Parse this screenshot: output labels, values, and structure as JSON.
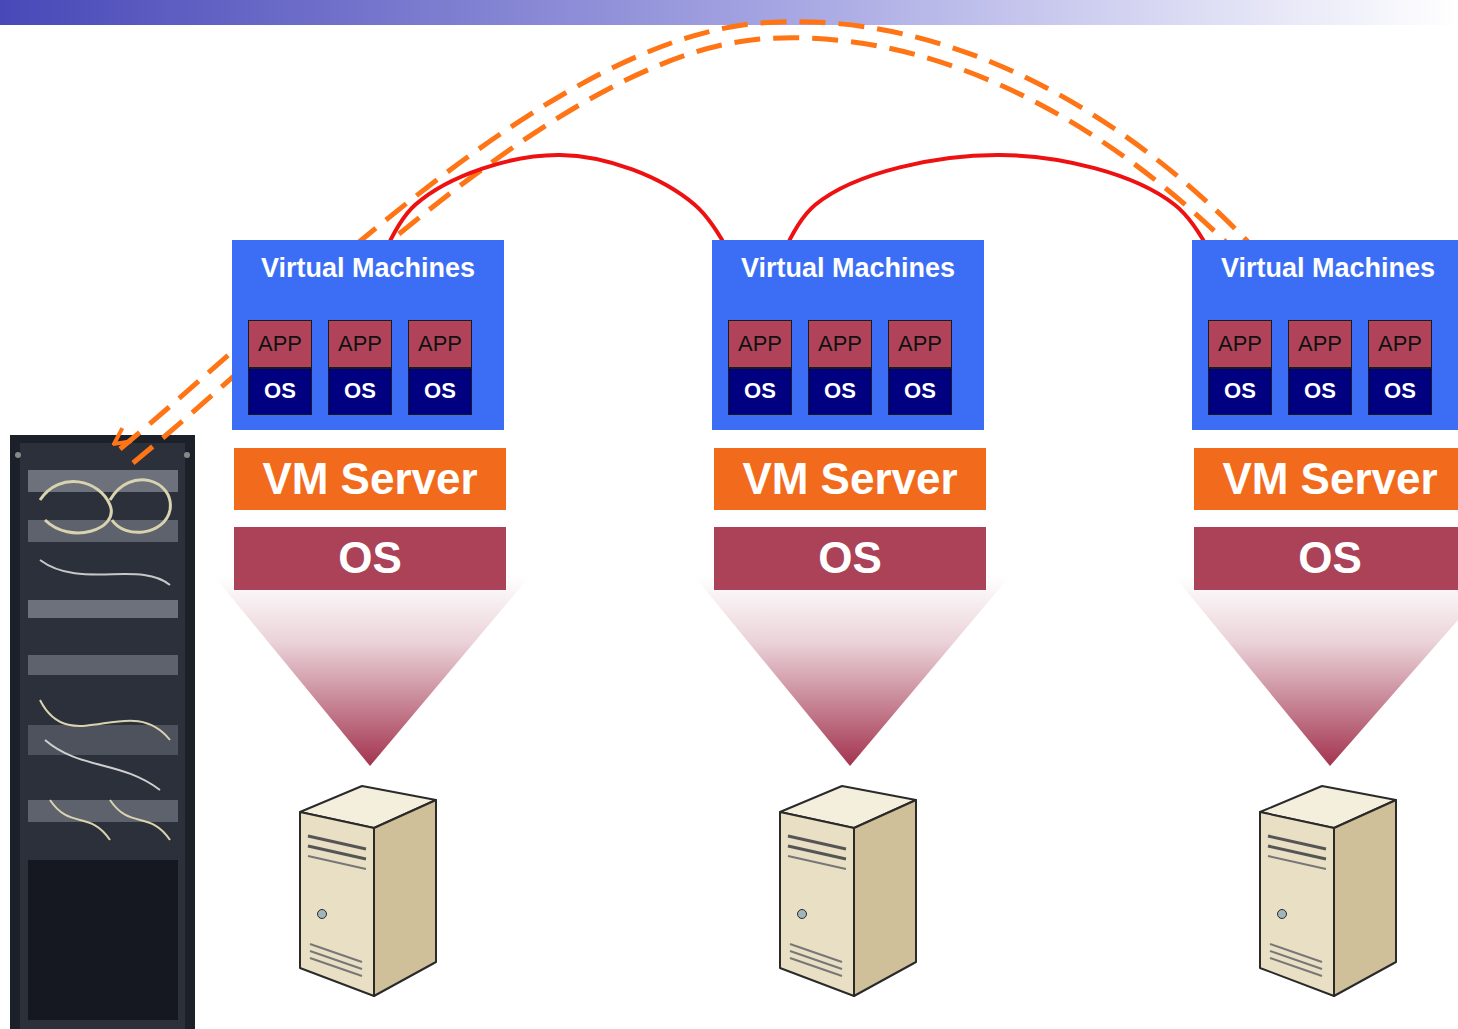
{
  "diagram": {
    "nodes": [
      {
        "text": [
          "Virtual Machines"
        ]
      },
      {
        "text": [
          "APP"
        ],
        "in": 0
      },
      {
        "text": [
          "OS"
        ],
        "in": 0
      },
      {
        "text": [
          "APP"
        ],
        "in": 0
      },
      {
        "text": [
          "OS"
        ],
        "in": 0
      },
      {
        "text": [
          "APP"
        ],
        "in": 0
      },
      {
        "text": [
          "OS"
        ],
        "in": 0
      },
      {
        "text": [
          "VM Server"
        ]
      },
      {
        "text": [
          "OS"
        ]
      },
      {
        "text": [
          "Virtual Machines"
        ]
      },
      {
        "text": [
          "APP"
        ],
        "in": 9
      },
      {
        "text": [
          "OS"
        ],
        "in": 9
      },
      {
        "text": [
          "APP"
        ],
        "in": 9
      },
      {
        "text": [
          "OS"
        ],
        "in": 9
      },
      {
        "text": [
          "APP"
        ],
        "in": 9
      },
      {
        "text": [
          "OS"
        ],
        "in": 9
      },
      {
        "text": [
          "VM Server"
        ]
      },
      {
        "text": [
          "OS"
        ]
      },
      {
        "text": [
          "Virtual Machines"
        ]
      },
      {
        "text": [
          "APP"
        ],
        "in": 18
      },
      {
        "text": [
          "OS"
        ],
        "in": 18
      },
      {
        "text": [
          "APP"
        ],
        "in": 18
      },
      {
        "text": [
          "OS"
        ],
        "in": 18
      },
      {
        "text": [
          "APP"
        ],
        "in": 18
      },
      {
        "text": [
          "OS"
        ],
        "in": 18
      },
      {
        "text": [
          "VM Server"
        ]
      },
      {
        "text": [
          "OS"
        ]
      }
    ],
    "edges": [
      {
        "from": 3,
        "to": 10,
        "arrow": "to"
      },
      {
        "from": 10,
        "to": 19,
        "arrow": "to"
      }
    ]
  }
}
